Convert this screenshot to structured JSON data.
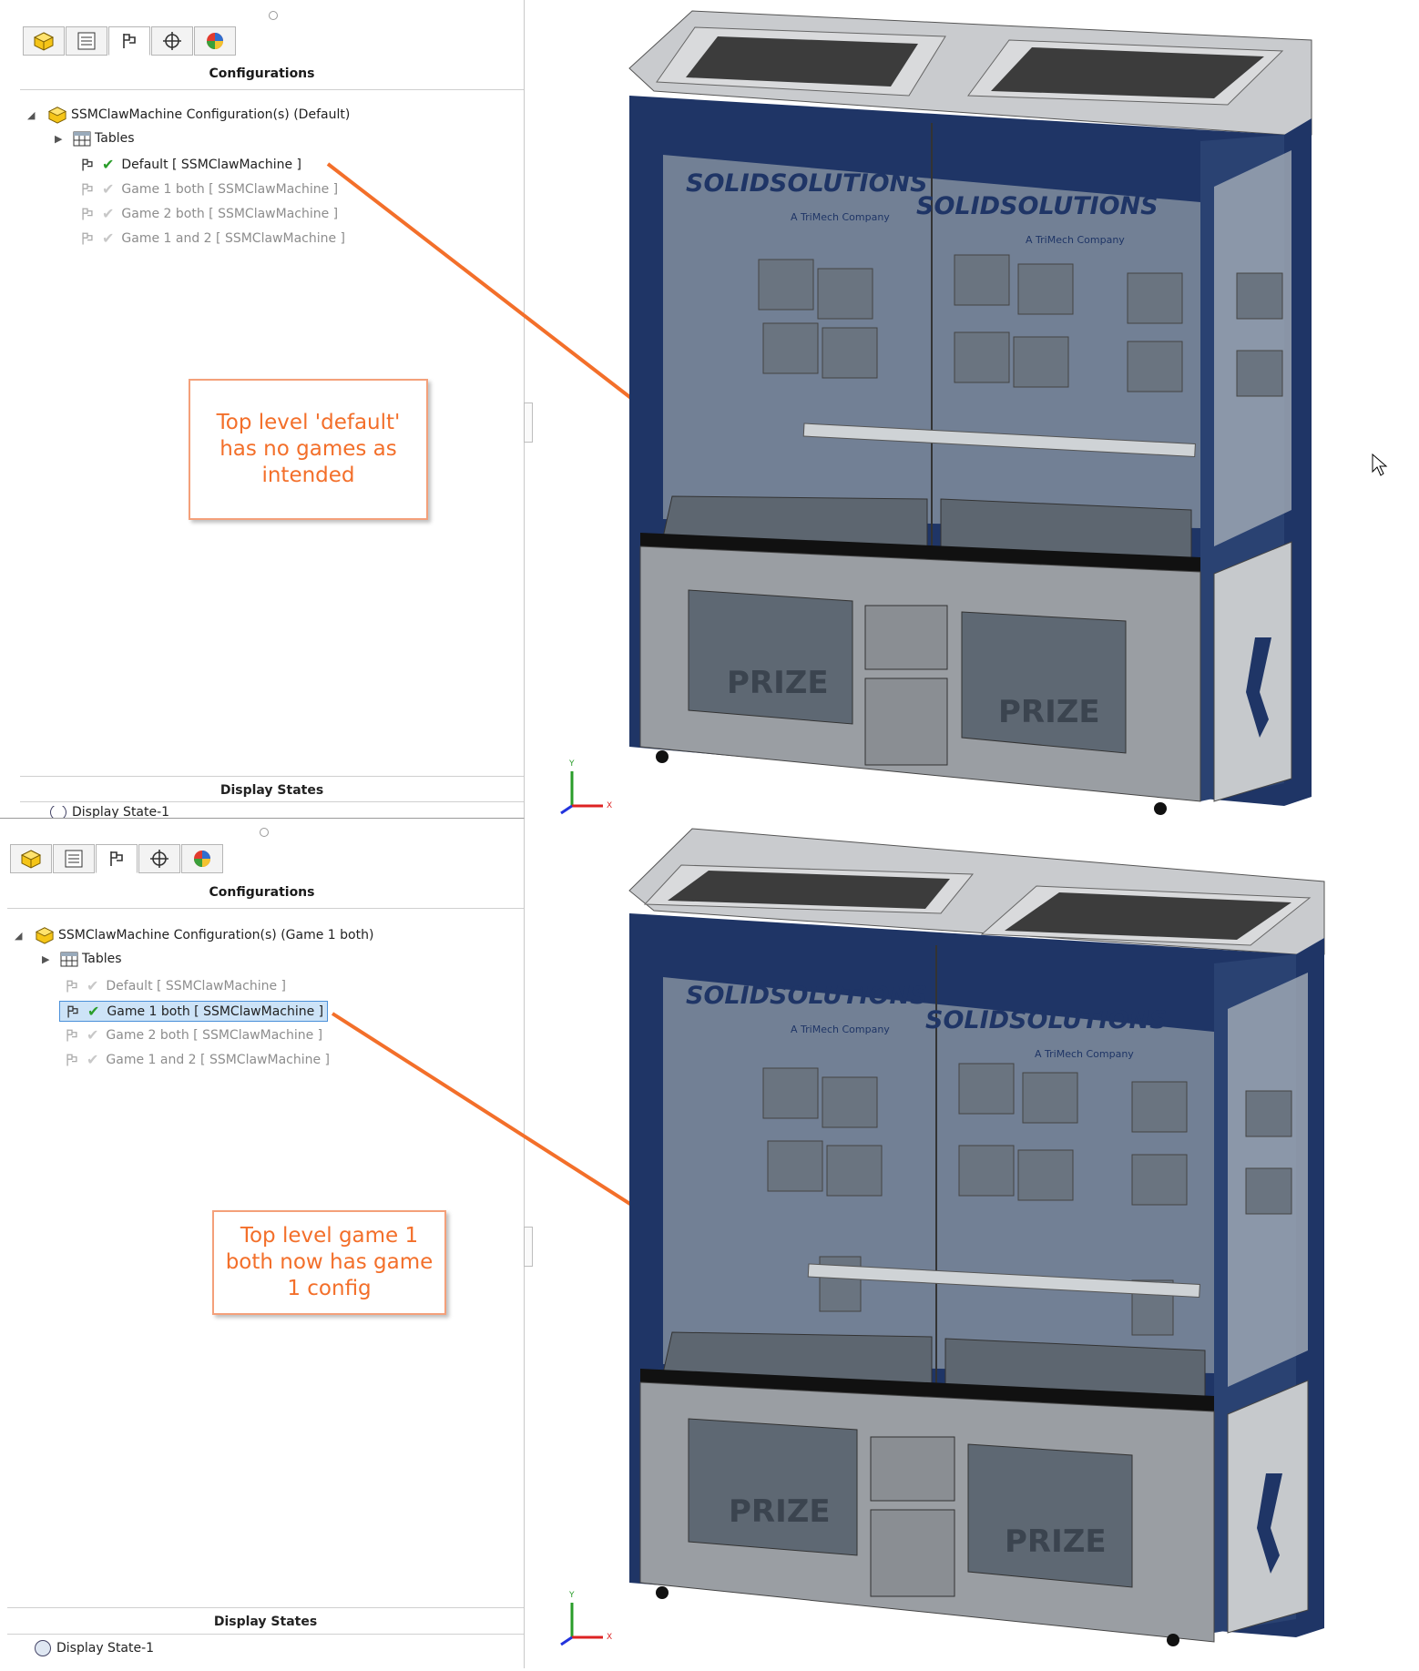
{
  "top": {
    "section_title": "Configurations",
    "root_label": "SSMClawMachine Configuration(s)  (Default)",
    "tables_label": "Tables",
    "items": [
      {
        "label": "Default [ SSMClawMachine ]",
        "active": true,
        "selected": false
      },
      {
        "label": "Game 1 both [ SSMClawMachine ]",
        "active": false,
        "selected": false
      },
      {
        "label": "Game 2 both [ SSMClawMachine ]",
        "active": false,
        "selected": false
      },
      {
        "label": "Game 1 and 2 [ SSMClawMachine ]",
        "active": false,
        "selected": false
      }
    ],
    "display_states_title": "Display States",
    "display_state_item": "Display State-1",
    "callout": "Top level 'default' has no games as intended"
  },
  "bottom": {
    "section_title": "Configurations",
    "root_label": "SSMClawMachine Configuration(s)  (Game 1 both)",
    "tables_label": "Tables",
    "items": [
      {
        "label": "Default [ SSMClawMachine ]",
        "active": false,
        "selected": false
      },
      {
        "label": "Game 1 both [ SSMClawMachine ]",
        "active": true,
        "selected": true
      },
      {
        "label": "Game 2 both [ SSMClawMachine ]",
        "active": false,
        "selected": false
      },
      {
        "label": "Game 1 and 2 [ SSMClawMachine ]",
        "active": false,
        "selected": false
      }
    ],
    "display_states_title": "Display States",
    "display_state_item": "Display State-1",
    "callout": "Top level game 1 both now has game 1 config"
  },
  "model": {
    "brand_text": "SOLIDSOLUTIONS",
    "brand_sub": "A TriMech Company",
    "prize_label": "PRIZE"
  },
  "axes": {
    "x": "X",
    "y": "Y"
  },
  "colors": {
    "accent": "#f36f2a",
    "cabinet_blue": "#1f3566",
    "check_green": "#2a9d2a"
  },
  "toolbar_icons": [
    "feature-manager-icon",
    "property-manager-icon",
    "configuration-manager-icon",
    "dimxpert-icon",
    "display-manager-icon"
  ]
}
